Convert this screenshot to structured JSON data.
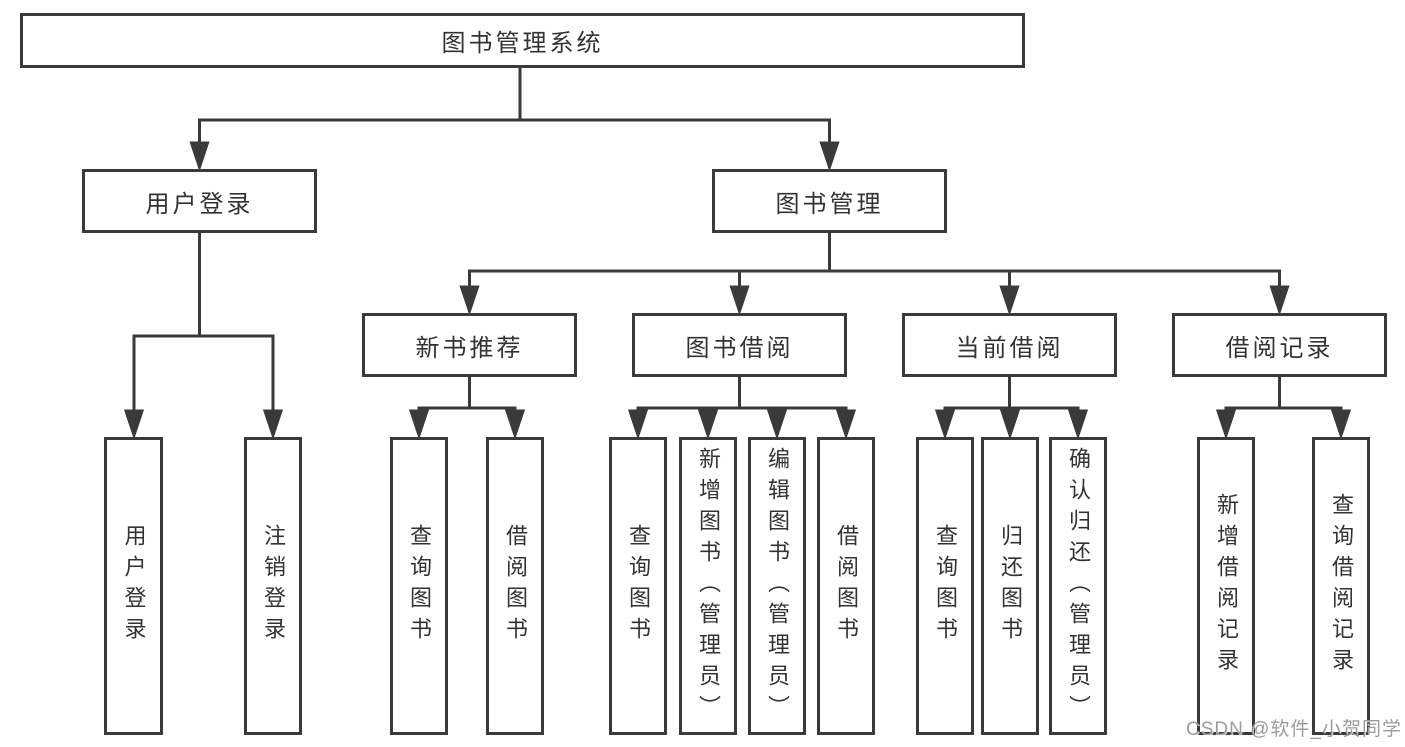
{
  "tree": {
    "label": "图书管理系统",
    "children": [
      {
        "label": "用户登录",
        "children": [
          {
            "label": "用户登录"
          },
          {
            "label": "注销登录"
          }
        ]
      },
      {
        "label": "图书管理",
        "children": [
          {
            "label": "新书推荐",
            "children": [
              {
                "label": "查询图书"
              },
              {
                "label": "借阅图书"
              }
            ]
          },
          {
            "label": "图书借阅",
            "children": [
              {
                "label": "查询图书"
              },
              {
                "label": "新增图书（管理员）"
              },
              {
                "label": "编辑图书（管理员）"
              },
              {
                "label": "借阅图书"
              }
            ]
          },
          {
            "label": "当前借阅",
            "children": [
              {
                "label": "查询图书"
              },
              {
                "label": "归还图书"
              },
              {
                "label": "确认归还（管理员）"
              }
            ]
          },
          {
            "label": "借阅记录",
            "children": [
              {
                "label": "新增借阅记录"
              },
              {
                "label": "查询借阅记录"
              }
            ]
          }
        ]
      }
    ]
  },
  "watermark": {
    "text": "CSDN @软件_小贺同学",
    "color": "#9c9c9c"
  },
  "colors": {
    "line": "#3a3a3a",
    "text": "#333333",
    "background": "#ffffff"
  }
}
